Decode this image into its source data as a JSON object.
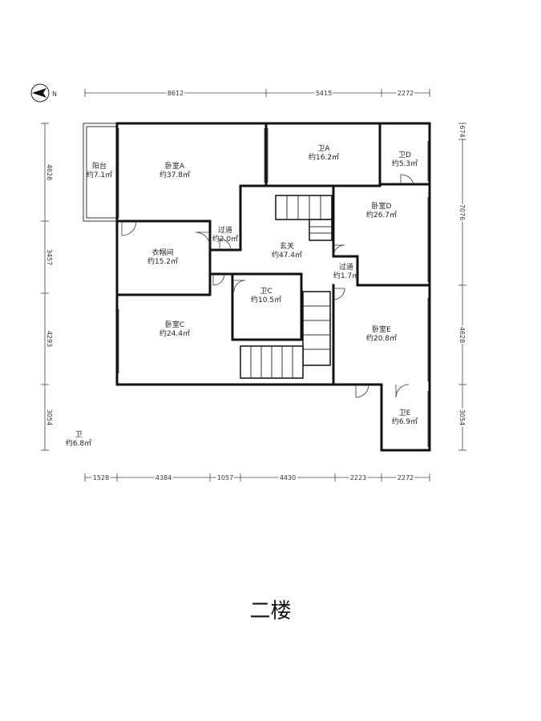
{
  "floor_title": "二楼",
  "compass": {
    "letter": "N",
    "icon": "north-arrow-icon"
  },
  "rooms": [
    {
      "id": "balcony",
      "name": "阳台",
      "area": "约7.1㎡"
    },
    {
      "id": "bedroom-a",
      "name": "卧室A",
      "area": "约37.8㎡"
    },
    {
      "id": "bath-a",
      "name": "卫A",
      "area": "约16.2㎡"
    },
    {
      "id": "bath-d",
      "name": "卫D",
      "area": "约5.3㎡"
    },
    {
      "id": "hallway-1",
      "name": "过道",
      "area": "约2.0㎡"
    },
    {
      "id": "entry",
      "name": "玄关",
      "area": "约47.4㎡"
    },
    {
      "id": "bedroom-d",
      "name": "卧室D",
      "area": "约26.7㎡"
    },
    {
      "id": "cloakroom",
      "name": "衣帽间",
      "area": "约15.2㎡"
    },
    {
      "id": "hallway-2",
      "name": "过道",
      "area": "约1.7㎡"
    },
    {
      "id": "bath-c",
      "name": "卫C",
      "area": "约10.5㎡"
    },
    {
      "id": "bedroom-c",
      "name": "卧室C",
      "area": "约24.4㎡"
    },
    {
      "id": "bedroom-e",
      "name": "卧室E",
      "area": "约20.8㎡"
    },
    {
      "id": "bath-e",
      "name": "卫E",
      "area": "约6.9㎡"
    },
    {
      "id": "bath-extra",
      "name": "卫",
      "area": "约6.8㎡"
    }
  ],
  "dimensions": {
    "top": [
      "8612",
      "5415",
      "2272"
    ],
    "bottom": [
      "1528",
      "4384",
      "1057",
      "4430",
      "2223",
      "2272"
    ],
    "left": [
      "4628",
      "3457",
      "4293",
      "3054"
    ],
    "right": [
      "674",
      "7076",
      "4628",
      "3054"
    ]
  }
}
